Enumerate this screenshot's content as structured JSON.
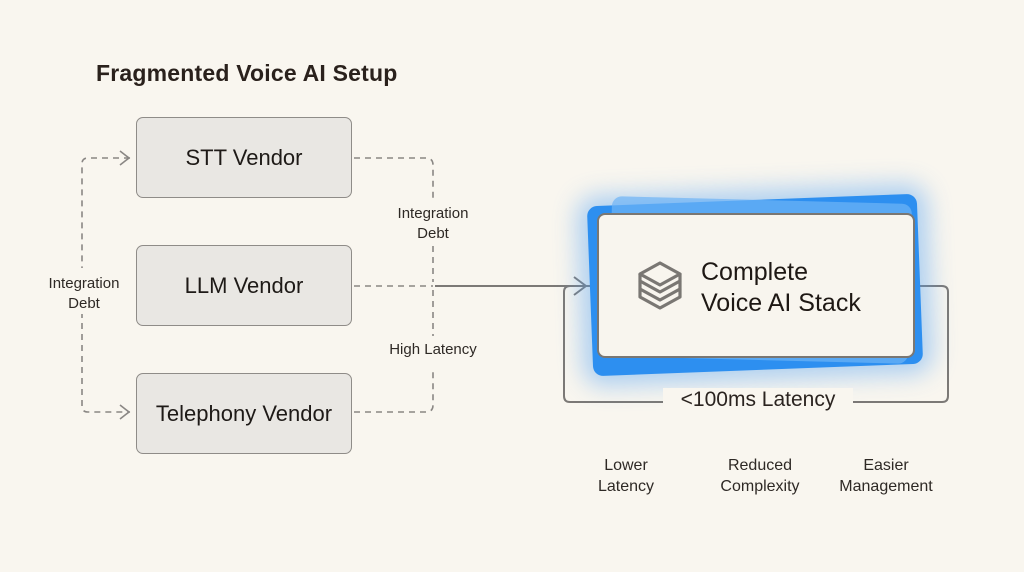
{
  "title": "Fragmented Voice AI Setup",
  "vendors": [
    {
      "label": "STT Vendor"
    },
    {
      "label": "LLM Vendor"
    },
    {
      "label": "Telephony Vendor"
    }
  ],
  "connector_labels": {
    "left": [
      "Integration",
      "Debt"
    ],
    "right_top": [
      "Integration",
      "Debt"
    ],
    "right_bottom": "High Latency"
  },
  "stack": {
    "title_line1": "Complete",
    "title_line2": "Voice AI Stack",
    "icon": "layers-stack-icon",
    "accent_color": "#2d8ff0"
  },
  "latency_label": "<100ms Latency",
  "benefits": [
    {
      "line1": "Lower",
      "line2": "Latency"
    },
    {
      "line1": "Reduced",
      "line2": "Complexity"
    },
    {
      "line1": "Easier",
      "line2": "Management"
    }
  ]
}
